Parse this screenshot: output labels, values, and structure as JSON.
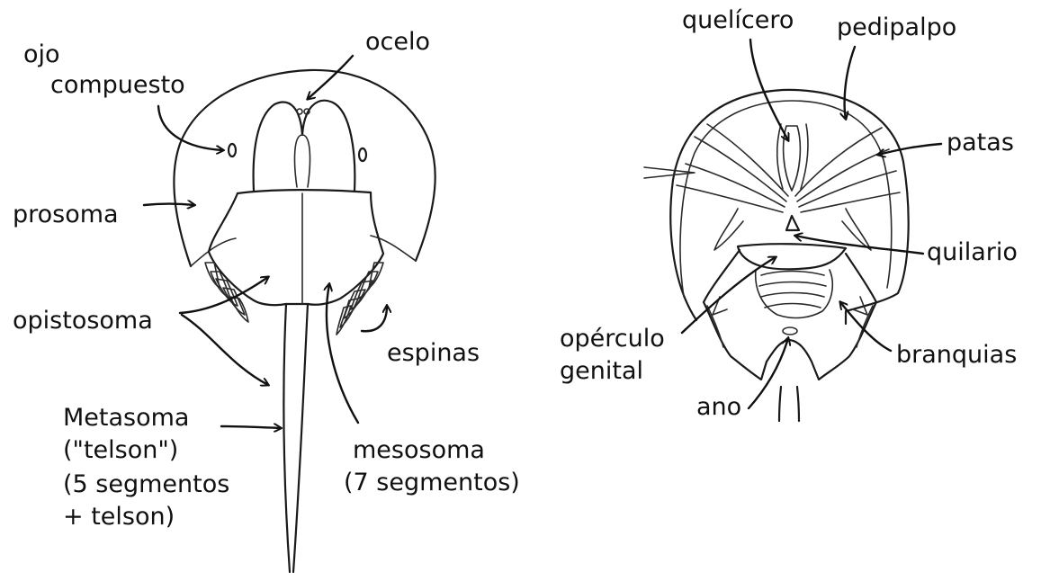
{
  "labels": {
    "ojo_compuesto_1": "ojo",
    "ojo_compuesto_2": "compuesto",
    "ocelo": "ocelo",
    "prosoma": "prosoma",
    "opistosoma": "opistosoma",
    "espinas": "espinas",
    "metasoma_1": "Metasoma",
    "metasoma_2": "(\"telson\")",
    "metasoma_3": "(5 segmentos",
    "metasoma_4": "+ telson)",
    "mesosoma_1": "mesosoma",
    "mesosoma_2": "(7 segmentos)",
    "quelicero": "quelícero",
    "pedipalpo": "pedipalpo",
    "patas": "patas",
    "quilario": "quilario",
    "operculo_1": "opérculo",
    "operculo_2": "genital",
    "branquias": "branquias",
    "ano": "ano"
  },
  "colors": {
    "ink": "#111111",
    "background": "#ffffff"
  }
}
